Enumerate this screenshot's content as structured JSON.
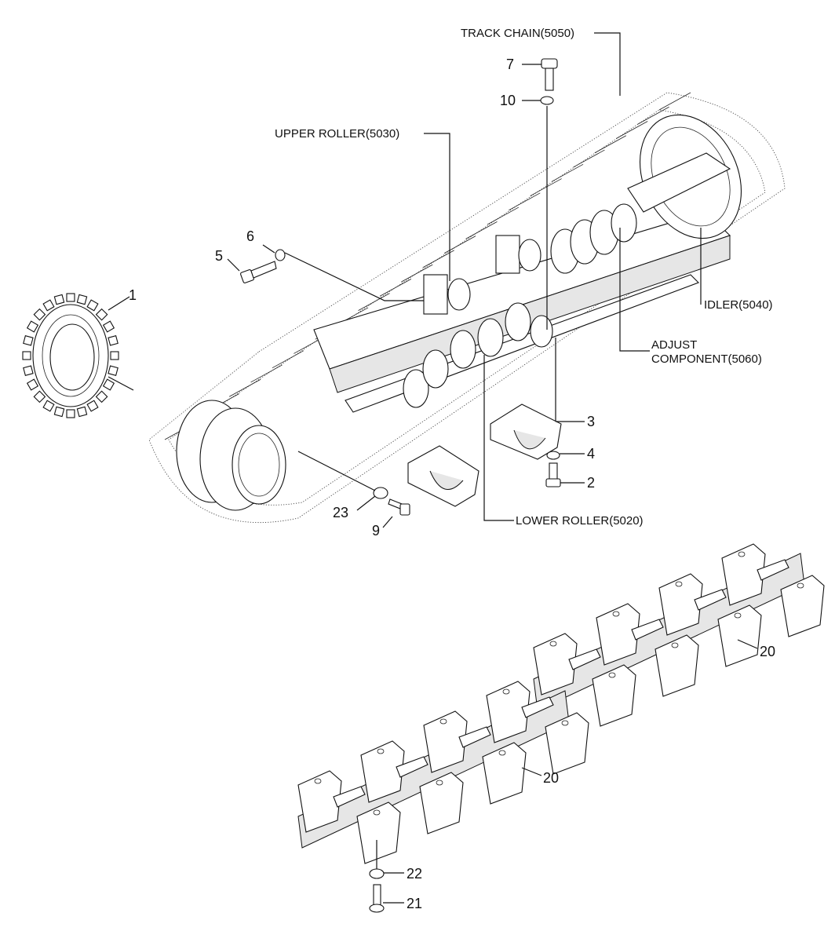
{
  "labels": {
    "track_chain": "TRACK CHAIN(5050)",
    "upper_roller": "UPPER ROLLER(5030)",
    "idler": "IDLER(5040)",
    "adjust_1": "ADJUST",
    "adjust_2": "COMPONENT(5060)",
    "lower_roller": "LOWER ROLLER(5020)"
  },
  "callouts": [
    "1",
    "2",
    "3",
    "4",
    "5",
    "6",
    "7",
    "9",
    "10",
    "20",
    "20",
    "21",
    "22",
    "23"
  ]
}
